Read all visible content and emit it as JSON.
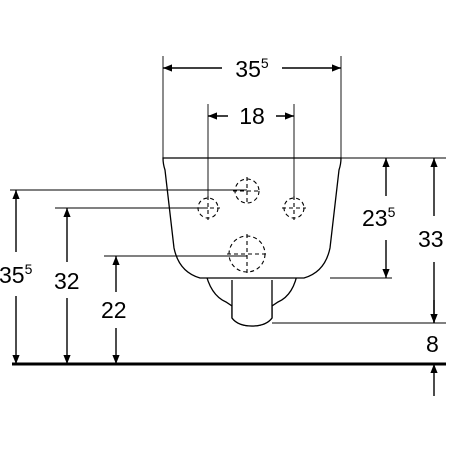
{
  "drawing": {
    "dimensions": {
      "total_width": {
        "main": "35",
        "sup": "5"
      },
      "hole_spacing": {
        "main": "18",
        "sup": ""
      },
      "upper_height": {
        "main": "23",
        "sup": "5"
      },
      "bowl_height": {
        "main": "33",
        "sup": ""
      },
      "clearance": {
        "main": "8",
        "sup": ""
      },
      "left_outer_height": {
        "main": "35",
        "sup": "5"
      },
      "left_mid_height": {
        "main": "32",
        "sup": ""
      },
      "left_inner_height": {
        "main": "22",
        "sup": ""
      }
    }
  }
}
